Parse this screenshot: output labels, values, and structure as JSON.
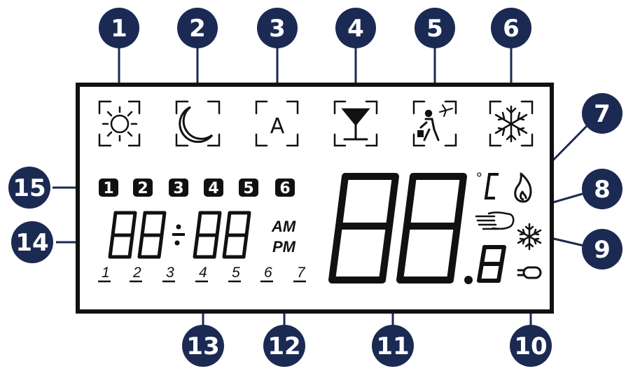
{
  "diagram": {
    "colors": {
      "callout_fill": "#1b2a52",
      "callout_text": "#ffffff",
      "lcd_ink": "#111111",
      "leader_line": "#1b2a52"
    },
    "callouts": {
      "c1": "1",
      "c2": "2",
      "c3": "3",
      "c4": "4",
      "c5": "5",
      "c6": "6",
      "c7": "7",
      "c8": "8",
      "c9": "9",
      "c10": "10",
      "c11": "11",
      "c12": "12",
      "c13": "13",
      "c14": "14",
      "c15": "15"
    },
    "mode_icons": [
      {
        "icon": "sun-icon"
      },
      {
        "icon": "moon-icon"
      },
      {
        "icon": "auto-mode-icon",
        "letter": "A"
      },
      {
        "icon": "cocktail-glass-icon"
      },
      {
        "icon": "traveler-airplane-icon"
      },
      {
        "icon": "snowflake-icon"
      }
    ],
    "program_numbers": [
      "1",
      "2",
      "3",
      "4",
      "5",
      "6"
    ],
    "day_numbers": [
      "1",
      "2",
      "3",
      "4",
      "5",
      "6",
      "7"
    ],
    "ampm": {
      "am": "AM",
      "pm": "PM"
    },
    "temperature_unit": "°"
  }
}
